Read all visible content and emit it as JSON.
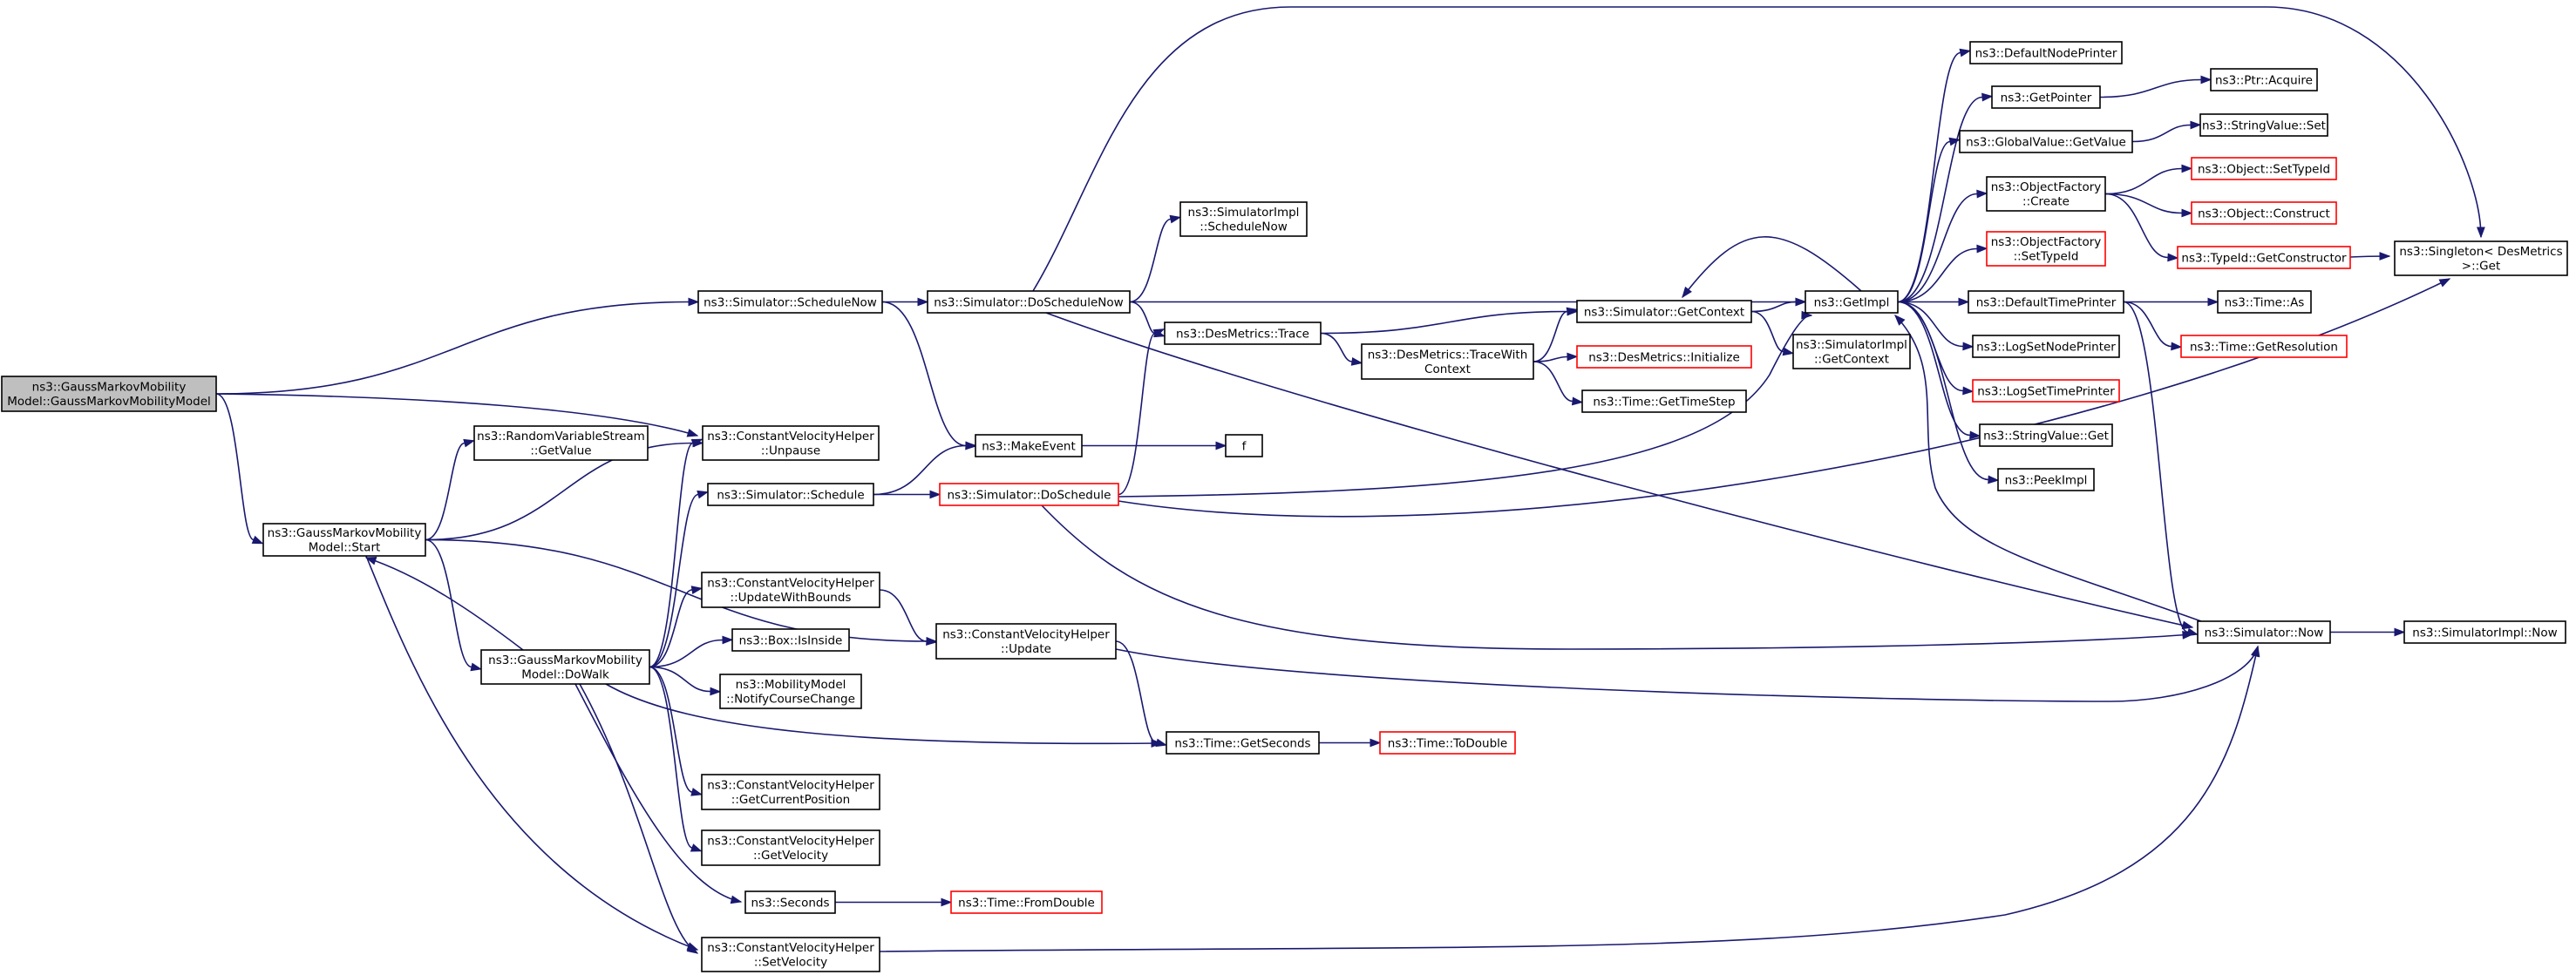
{
  "colors": {
    "edge": "#191970",
    "border_normal": "#000000",
    "border_truncated": "#ff0000",
    "root_fill": "#bfbfbf",
    "fill": "#ffffff"
  },
  "nodes": [
    {
      "id": "root",
      "lines": [
        "ns3::GaussMarkovMobility",
        "Model::GaussMarkovMobilityModel"
      ],
      "style": "root"
    },
    {
      "id": "start",
      "lines": [
        "ns3::GaussMarkovMobility",
        "Model::Start"
      ],
      "style": "normal"
    },
    {
      "id": "dowalk",
      "lines": [
        "ns3::GaussMarkovMobility",
        "Model::DoWalk"
      ],
      "style": "normal"
    },
    {
      "id": "rvs_getvalue",
      "lines": [
        "ns3::RandomVariableStream",
        "::GetValue"
      ],
      "style": "normal"
    },
    {
      "id": "cvh_unpause",
      "lines": [
        "ns3::ConstantVelocityHelper",
        "::Unpause"
      ],
      "style": "normal"
    },
    {
      "id": "sim_schedule",
      "lines": [
        "ns3::Simulator::Schedule"
      ],
      "style": "normal"
    },
    {
      "id": "cvh_updatewithbounds",
      "lines": [
        "ns3::ConstantVelocityHelper",
        "::UpdateWithBounds"
      ],
      "style": "normal"
    },
    {
      "id": "box_isinside",
      "lines": [
        "ns3::Box::IsInside"
      ],
      "style": "normal"
    },
    {
      "id": "mm_notify",
      "lines": [
        "ns3::MobilityModel",
        "::NotifyCourseChange"
      ],
      "style": "normal"
    },
    {
      "id": "cvh_getcurrentposition",
      "lines": [
        "ns3::ConstantVelocityHelper",
        "::GetCurrentPosition"
      ],
      "style": "normal"
    },
    {
      "id": "cvh_getvelocity",
      "lines": [
        "ns3::ConstantVelocityHelper",
        "::GetVelocity"
      ],
      "style": "normal"
    },
    {
      "id": "seconds",
      "lines": [
        "ns3::Seconds"
      ],
      "style": "normal"
    },
    {
      "id": "cvh_setvelocity",
      "lines": [
        "ns3::ConstantVelocityHelper",
        "::SetVelocity"
      ],
      "style": "normal"
    },
    {
      "id": "sim_schedulenow",
      "lines": [
        "ns3::Simulator::ScheduleNow"
      ],
      "style": "normal"
    },
    {
      "id": "sim_doschedulenow",
      "lines": [
        "ns3::Simulator::DoScheduleNow"
      ],
      "style": "normal"
    },
    {
      "id": "makeevent",
      "lines": [
        "ns3::MakeEvent"
      ],
      "style": "normal"
    },
    {
      "id": "sim_doschedule",
      "lines": [
        "ns3::Simulator::DoSchedule"
      ],
      "style": "truncated"
    },
    {
      "id": "cvh_update",
      "lines": [
        "ns3::ConstantVelocityHelper",
        "::Update"
      ],
      "style": "normal"
    },
    {
      "id": "simimpl_schedulenow",
      "lines": [
        "ns3::SimulatorImpl",
        "::ScheduleNow"
      ],
      "style": "normal"
    },
    {
      "id": "desmetrics_trace",
      "lines": [
        "ns3::DesMetrics::Trace"
      ],
      "style": "normal"
    },
    {
      "id": "f",
      "lines": [
        "f"
      ],
      "style": "normal"
    },
    {
      "id": "time_getseconds",
      "lines": [
        "ns3::Time::GetSeconds"
      ],
      "style": "normal"
    },
    {
      "id": "time_fromdouble",
      "lines": [
        "ns3::Time::FromDouble"
      ],
      "style": "truncated"
    },
    {
      "id": "desmetrics_tracewithcontext",
      "lines": [
        "ns3::DesMetrics::TraceWith",
        "Context"
      ],
      "style": "normal"
    },
    {
      "id": "time_todouble",
      "lines": [
        "ns3::Time::ToDouble"
      ],
      "style": "truncated"
    },
    {
      "id": "sim_getcontext",
      "lines": [
        "ns3::Simulator::GetContext"
      ],
      "style": "normal"
    },
    {
      "id": "desmetrics_initialize",
      "lines": [
        "ns3::DesMetrics::Initialize"
      ],
      "style": "truncated"
    },
    {
      "id": "time_gettimestep",
      "lines": [
        "ns3::Time::GetTimeStep"
      ],
      "style": "normal"
    },
    {
      "id": "getimpl",
      "lines": [
        "ns3::GetImpl"
      ],
      "style": "normal"
    },
    {
      "id": "simimpl_getcontext",
      "lines": [
        "ns3::SimulatorImpl",
        "::GetContext"
      ],
      "style": "normal"
    },
    {
      "id": "defaultnodeprinter",
      "lines": [
        "ns3::DefaultNodePrinter"
      ],
      "style": "normal"
    },
    {
      "id": "getpointer",
      "lines": [
        "ns3::GetPointer"
      ],
      "style": "normal"
    },
    {
      "id": "globalvalue_getvalue",
      "lines": [
        "ns3::GlobalValue::GetValue"
      ],
      "style": "normal"
    },
    {
      "id": "objectfactory_create",
      "lines": [
        "ns3::ObjectFactory",
        "::Create"
      ],
      "style": "normal"
    },
    {
      "id": "objectfactory_settypeid",
      "lines": [
        "ns3::ObjectFactory",
        "::SetTypeId"
      ],
      "style": "truncated"
    },
    {
      "id": "defaulttimeprinter",
      "lines": [
        "ns3::DefaultTimePrinter"
      ],
      "style": "normal"
    },
    {
      "id": "logsetnodeprinter",
      "lines": [
        "ns3::LogSetNodePrinter"
      ],
      "style": "normal"
    },
    {
      "id": "logsettimeprinter",
      "lines": [
        "ns3::LogSetTimePrinter"
      ],
      "style": "truncated"
    },
    {
      "id": "stringvalue_get",
      "lines": [
        "ns3::StringValue::Get"
      ],
      "style": "normal"
    },
    {
      "id": "peekimpl",
      "lines": [
        "ns3::PeekImpl"
      ],
      "style": "normal"
    },
    {
      "id": "sim_now",
      "lines": [
        "ns3::Simulator::Now"
      ],
      "style": "normal"
    },
    {
      "id": "ptr_acquire",
      "lines": [
        "ns3::Ptr::Acquire"
      ],
      "style": "normal"
    },
    {
      "id": "stringvalue_set",
      "lines": [
        "ns3::StringValue::Set"
      ],
      "style": "normal"
    },
    {
      "id": "object_settypeid",
      "lines": [
        "ns3::Object::SetTypeId"
      ],
      "style": "truncated"
    },
    {
      "id": "object_construct",
      "lines": [
        "ns3::Object::Construct"
      ],
      "style": "truncated"
    },
    {
      "id": "typeid_getconstructor",
      "lines": [
        "ns3::TypeId::GetConstructor"
      ],
      "style": "truncated"
    },
    {
      "id": "time_as",
      "lines": [
        "ns3::Time::As"
      ],
      "style": "normal"
    },
    {
      "id": "time_getresolution",
      "lines": [
        "ns3::Time::GetResolution"
      ],
      "style": "truncated"
    },
    {
      "id": "singleton_get",
      "lines": [
        "ns3::Singleton< DesMetrics",
        ">::Get"
      ],
      "style": "normal"
    },
    {
      "id": "simimpl_now",
      "lines": [
        "ns3::SimulatorImpl::Now"
      ],
      "style": "normal"
    }
  ],
  "edges": [
    {
      "from": "root",
      "to": "start"
    },
    {
      "from": "root",
      "to": "cvh_unpause"
    },
    {
      "from": "root",
      "to": "sim_schedulenow"
    },
    {
      "from": "start",
      "to": "rvs_getvalue"
    },
    {
      "from": "start",
      "to": "cvh_unpause"
    },
    {
      "from": "start",
      "to": "dowalk"
    },
    {
      "from": "start",
      "to": "cvh_update"
    },
    {
      "from": "start",
      "to": "cvh_setvelocity"
    },
    {
      "from": "dowalk",
      "to": "start"
    },
    {
      "from": "dowalk",
      "to": "cvh_unpause"
    },
    {
      "from": "dowalk",
      "to": "sim_schedule"
    },
    {
      "from": "dowalk",
      "to": "cvh_updatewithbounds"
    },
    {
      "from": "dowalk",
      "to": "box_isinside"
    },
    {
      "from": "dowalk",
      "to": "mm_notify"
    },
    {
      "from": "dowalk",
      "to": "cvh_getcurrentposition"
    },
    {
      "from": "dowalk",
      "to": "cvh_getvelocity"
    },
    {
      "from": "dowalk",
      "to": "seconds"
    },
    {
      "from": "dowalk",
      "to": "cvh_setvelocity"
    },
    {
      "from": "dowalk",
      "to": "time_getseconds"
    },
    {
      "from": "sim_schedule",
      "to": "makeevent"
    },
    {
      "from": "sim_schedule",
      "to": "sim_doschedule"
    },
    {
      "from": "sim_schedulenow",
      "to": "sim_doschedulenow"
    },
    {
      "from": "sim_schedulenow",
      "to": "makeevent"
    },
    {
      "from": "sim_doschedulenow",
      "to": "simimpl_schedulenow"
    },
    {
      "from": "sim_doschedulenow",
      "to": "desmetrics_trace"
    },
    {
      "from": "sim_doschedulenow",
      "to": "getimpl"
    },
    {
      "from": "sim_doschedulenow",
      "to": "sim_now"
    },
    {
      "from": "sim_doschedulenow",
      "to": "singleton_get"
    },
    {
      "from": "makeevent",
      "to": "f"
    },
    {
      "from": "sim_doschedule",
      "to": "desmetrics_trace"
    },
    {
      "from": "sim_doschedule",
      "to": "getimpl"
    },
    {
      "from": "sim_doschedule",
      "to": "sim_now"
    },
    {
      "from": "sim_doschedule",
      "to": "singleton_get"
    },
    {
      "from": "cvh_updatewithbounds",
      "to": "cvh_update"
    },
    {
      "from": "cvh_update",
      "to": "time_getseconds"
    },
    {
      "from": "cvh_update",
      "to": "sim_now"
    },
    {
      "from": "seconds",
      "to": "time_fromdouble"
    },
    {
      "from": "cvh_setvelocity",
      "to": "sim_now"
    },
    {
      "from": "desmetrics_trace",
      "to": "sim_getcontext"
    },
    {
      "from": "desmetrics_trace",
      "to": "desmetrics_tracewithcontext"
    },
    {
      "from": "desmetrics_tracewithcontext",
      "to": "sim_getcontext"
    },
    {
      "from": "desmetrics_tracewithcontext",
      "to": "desmetrics_initialize"
    },
    {
      "from": "desmetrics_tracewithcontext",
      "to": "time_gettimestep"
    },
    {
      "from": "time_getseconds",
      "to": "time_todouble"
    },
    {
      "from": "sim_getcontext",
      "to": "getimpl"
    },
    {
      "from": "sim_getcontext",
      "to": "simimpl_getcontext"
    },
    {
      "from": "getimpl",
      "to": "defaultnodeprinter"
    },
    {
      "from": "getimpl",
      "to": "getpointer"
    },
    {
      "from": "getimpl",
      "to": "globalvalue_getvalue"
    },
    {
      "from": "getimpl",
      "to": "objectfactory_create"
    },
    {
      "from": "getimpl",
      "to": "objectfactory_settypeid"
    },
    {
      "from": "getimpl",
      "to": "defaulttimeprinter"
    },
    {
      "from": "getimpl",
      "to": "logsetnodeprinter"
    },
    {
      "from": "getimpl",
      "to": "logsettimeprinter"
    },
    {
      "from": "getimpl",
      "to": "stringvalue_get"
    },
    {
      "from": "getimpl",
      "to": "peekimpl"
    },
    {
      "from": "getimpl",
      "to": "sim_getcontext"
    },
    {
      "from": "sim_now",
      "to": "getimpl"
    },
    {
      "from": "sim_now",
      "to": "simimpl_now"
    },
    {
      "from": "getpointer",
      "to": "ptr_acquire"
    },
    {
      "from": "globalvalue_getvalue",
      "to": "stringvalue_set"
    },
    {
      "from": "objectfactory_create",
      "to": "object_settypeid"
    },
    {
      "from": "objectfactory_create",
      "to": "object_construct"
    },
    {
      "from": "objectfactory_create",
      "to": "typeid_getconstructor"
    },
    {
      "from": "defaulttimeprinter",
      "to": "time_as"
    },
    {
      "from": "defaulttimeprinter",
      "to": "time_getresolution"
    },
    {
      "from": "defaulttimeprinter",
      "to": "sim_now"
    },
    {
      "from": "typeid_getconstructor",
      "to": "singleton_get"
    }
  ]
}
